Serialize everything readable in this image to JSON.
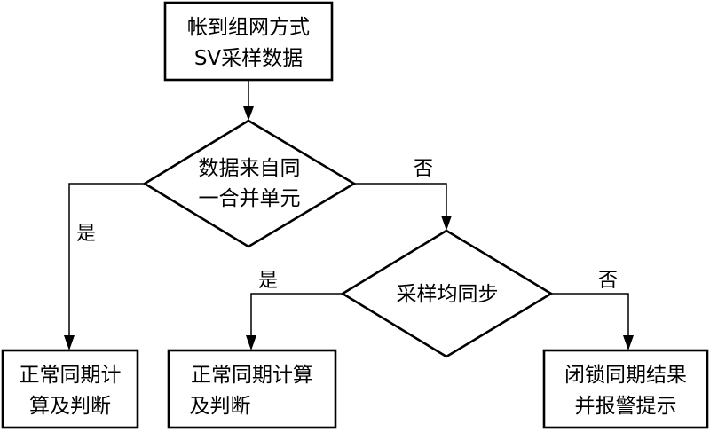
{
  "nodes": {
    "start": {
      "line1": "帐到组网方式",
      "line2": "SV采样数据"
    },
    "decision_same_mu": {
      "line1": "数据来自同",
      "line2": "一合并单元"
    },
    "decision_sync": {
      "text": "采样均同步"
    },
    "result_left": {
      "line1": "正常同期计",
      "line2": "算及判断"
    },
    "result_middle": {
      "line1": "正常同期计算",
      "line2": "及判断"
    },
    "result_right": {
      "line1": "闭锁同期结果",
      "line2": "并报警提示"
    }
  },
  "edges": {
    "same_mu_yes": "是",
    "same_mu_no": "否",
    "sync_yes": "是",
    "sync_no": "否"
  }
}
